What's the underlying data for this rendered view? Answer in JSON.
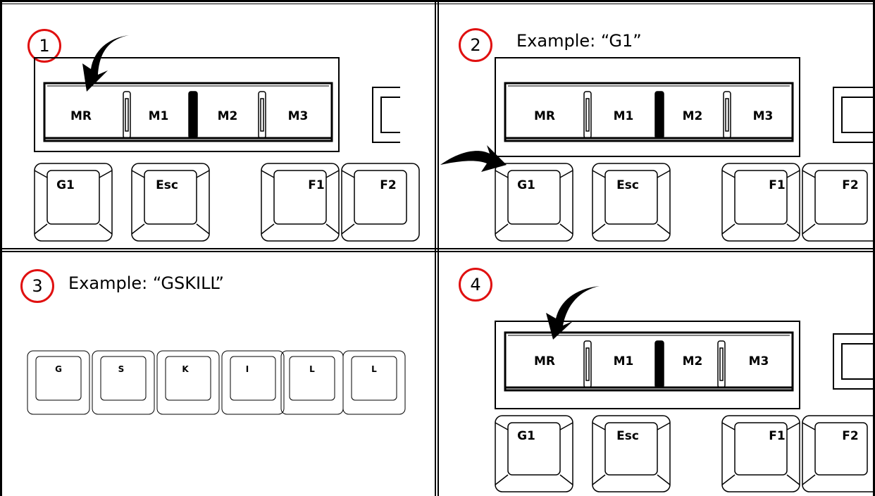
{
  "colors": {
    "circle_outline": "#e01010",
    "grid": "#000000",
    "ink": "#000000"
  },
  "macro_keys": [
    "MR",
    "M1",
    "M2",
    "M3"
  ],
  "key_row": [
    "G1",
    "Esc",
    "F1",
    "F2"
  ],
  "panels": [
    {
      "step": "1",
      "caption": ""
    },
    {
      "step": "2",
      "caption": "Example: “G1”"
    },
    {
      "step": "3",
      "caption": "Example: “GSKILL”",
      "typed_keys": [
        "G",
        "S",
        "K",
        "I",
        "L",
        "L"
      ]
    },
    {
      "step": "4",
      "caption": ""
    }
  ],
  "icons": [
    "curved-arrow-icon"
  ]
}
